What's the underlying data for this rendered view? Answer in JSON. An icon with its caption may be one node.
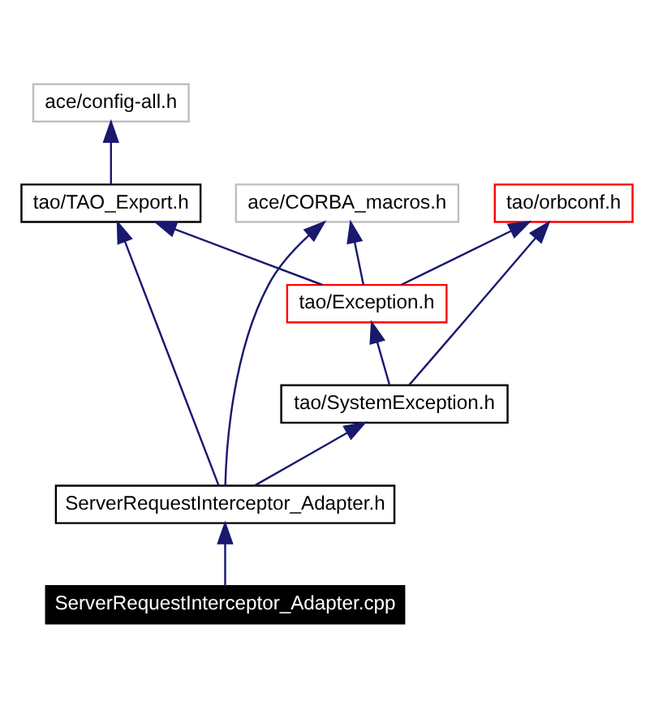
{
  "diagram": {
    "nodes": [
      {
        "text": [
          "ace/config-all.h"
        ]
      },
      {
        "text": [
          "tao/TAO_Export.h"
        ]
      },
      {
        "text": [
          "ace/CORBA_macros.h"
        ]
      },
      {
        "text": [
          "tao/orbconf.h"
        ]
      },
      {
        "text": [
          "tao/Exception.h"
        ]
      },
      {
        "text": [
          "tao/SystemException.h"
        ]
      },
      {
        "text": [
          "ServerRequestInterceptor_Adapter.h"
        ]
      },
      {
        "text": [
          "ServerRequestInterceptor_Adapter.cpp"
        ]
      }
    ],
    "edges": [
      {
        "from": 1,
        "to": 0,
        "arrow": "to"
      },
      {
        "from": 4,
        "to": 1,
        "arrow": "to"
      },
      {
        "from": 4,
        "to": 2,
        "arrow": "to"
      },
      {
        "from": 4,
        "to": 3,
        "arrow": "to"
      },
      {
        "from": 5,
        "to": 4,
        "arrow": "to"
      },
      {
        "from": 5,
        "to": 3,
        "arrow": "to"
      },
      {
        "from": 6,
        "to": 1,
        "arrow": "to"
      },
      {
        "from": 6,
        "to": 2,
        "arrow": "to"
      },
      {
        "from": 6,
        "to": 5,
        "arrow": "to"
      },
      {
        "from": 7,
        "to": 6,
        "arrow": "to"
      }
    ]
  }
}
